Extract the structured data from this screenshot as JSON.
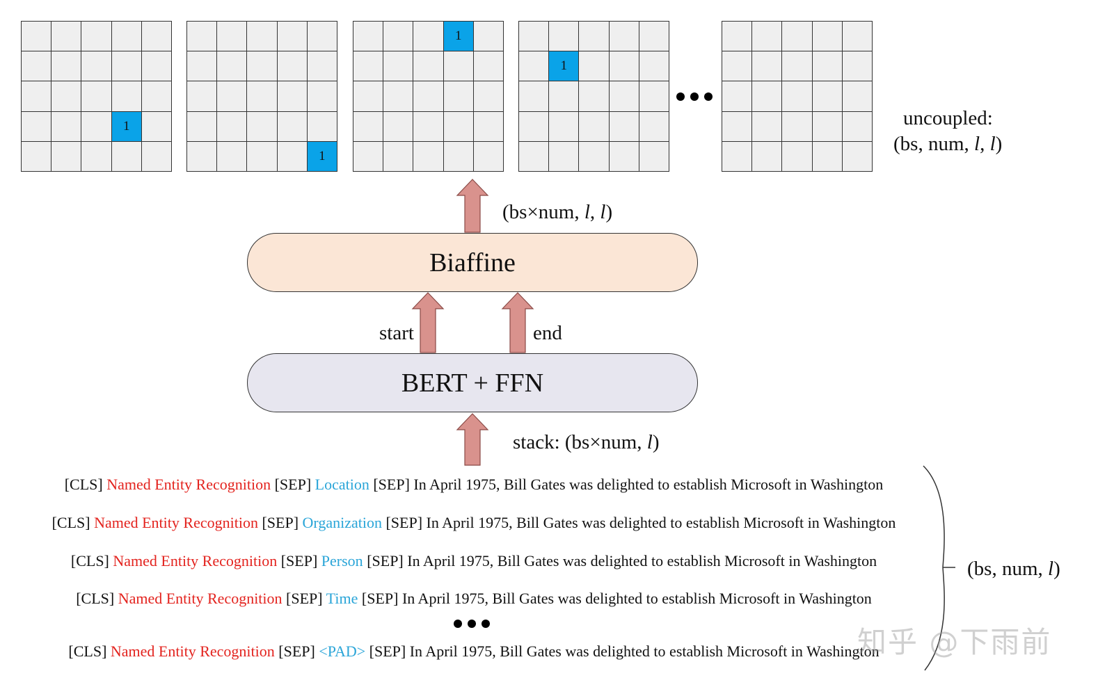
{
  "matrices": [
    {
      "marked_cell": {
        "row": 3,
        "col": 3
      },
      "value": "1"
    },
    {
      "marked_cell": {
        "row": 4,
        "col": 4
      },
      "value": "1"
    },
    {
      "marked_cell": {
        "row": 0,
        "col": 3
      },
      "value": "1"
    },
    {
      "marked_cell": {
        "row": 1,
        "col": 1
      },
      "value": "1"
    },
    {
      "marked_cell": null,
      "value": ""
    }
  ],
  "matrix_size": 5,
  "highlight_color": "#0aa3e8",
  "labels": {
    "uncoupled_line1": "uncoupled:",
    "uncoupled_line2_prefix": "(bs, num, ",
    "uncoupled_line2_var": "l",
    "uncoupled_line2_sep": ", ",
    "uncoupled_line2_var2": "l",
    "uncoupled_line2_suffix": ")",
    "biaffine_out_prefix": "(bs×num, ",
    "biaffine_out_var": "l",
    "biaffine_out_sep": ", ",
    "biaffine_out_var2": "l",
    "biaffine_out_suffix": ")",
    "start": "start",
    "end": "end",
    "stack_prefix": "stack: (bs×num, ",
    "stack_var": "l",
    "stack_suffix": ")",
    "input_shape_prefix": "(bs, num, ",
    "input_shape_var": "l",
    "input_shape_suffix": ")"
  },
  "boxes": {
    "biaffine": "Biaffine",
    "bert": "BERT + FFN"
  },
  "sequences": {
    "cls": "[CLS]",
    "task": "Named Entity Recognition",
    "sep": "[SEP]",
    "sentence": "In April 1975, Bill Gates was delighted to establish Microsoft in Washington",
    "types": [
      "Location",
      "Organization",
      "Person",
      "Time",
      "<PAD>"
    ]
  },
  "watermark": "知乎 @下雨前",
  "colors": {
    "task_text": "#e3231e",
    "type_text": "#2aa5d8",
    "arrow_fill": "#d9928d",
    "biaffine_fill": "#fbe6d6",
    "bert_fill": "#e7e6ef"
  }
}
